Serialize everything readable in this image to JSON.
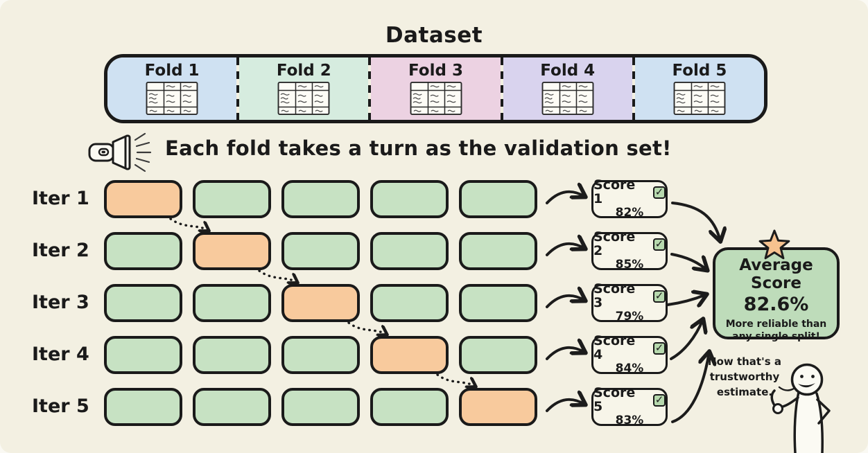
{
  "title": "Dataset",
  "colors": {
    "background": "#f3f0e2",
    "ink": "#1c1c1c",
    "training": "#c7e2c3",
    "validation": "#f8ca9d",
    "score_box_bg": "#f7f5e9",
    "average_box_bg": "#bedcba",
    "check_bg": "#b7d9ae",
    "star": "#f6c28f"
  },
  "dataset": {
    "folds": [
      {
        "label": "Fold 1",
        "color": "#cfe1f2",
        "icon": "data-table-icon"
      },
      {
        "label": "Fold 2",
        "color": "#d6ecdf",
        "icon": "data-table-icon"
      },
      {
        "label": "Fold 3",
        "color": "#ecd2e2",
        "icon": "data-table-icon"
      },
      {
        "label": "Fold 4",
        "color": "#d9d3ee",
        "icon": "data-table-icon"
      },
      {
        "label": "Fold 5",
        "color": "#cfe1f2",
        "icon": "data-table-icon"
      }
    ]
  },
  "headline": {
    "icon": "flashlight-icon",
    "text": "Each fold takes a turn as the validation set!"
  },
  "iterations": [
    {
      "label": "Iter 1",
      "validation_fold": 1,
      "score": {
        "label": "Score 1",
        "value": "82%"
      }
    },
    {
      "label": "Iter 2",
      "validation_fold": 2,
      "score": {
        "label": "Score 2",
        "value": "85%"
      }
    },
    {
      "label": "Iter 3",
      "validation_fold": 3,
      "score": {
        "label": "Score 3",
        "value": "79%"
      }
    },
    {
      "label": "Iter 4",
      "validation_fold": 4,
      "score": {
        "label": "Score 4",
        "value": "84%"
      }
    },
    {
      "label": "Iter 5",
      "validation_fold": 5,
      "score": {
        "label": "Score 5",
        "value": "83%"
      }
    }
  ],
  "icons": {
    "check_glyph": "✓"
  },
  "average": {
    "icon": "star-icon",
    "title": "Average Score",
    "value": "82.6%",
    "note": "More reliable than any single split!"
  },
  "mascot": {
    "icon": "stick-figure",
    "speech_lines": [
      "Now that's a",
      "trustworthy",
      "estimate."
    ]
  }
}
